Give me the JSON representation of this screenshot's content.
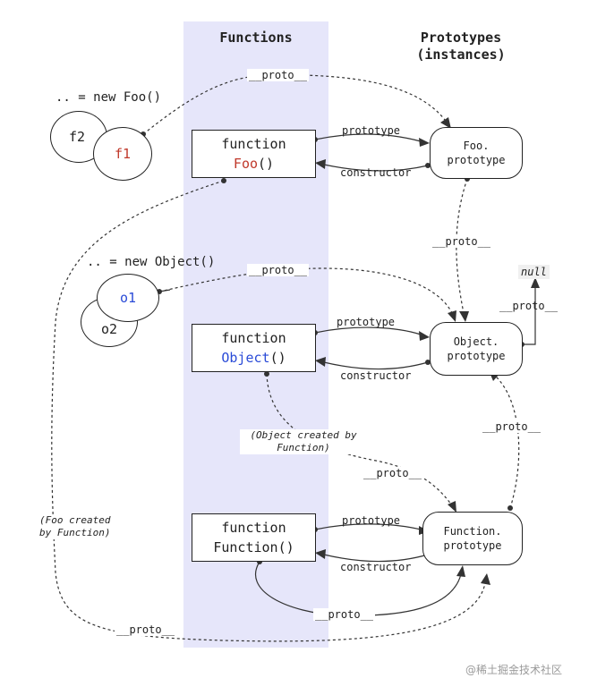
{
  "headers": {
    "functions": "Functions",
    "prototypes_line1": "Prototypes",
    "prototypes_line2": "(instances)"
  },
  "instances": {
    "foo_expr": ".. = new Foo()",
    "object_expr": ".. = new Object()",
    "f1": "f1",
    "f2": "f2",
    "o1": "o1",
    "o2": "o2"
  },
  "functions": {
    "keyword": "function",
    "foo_name": "Foo",
    "object_name": "Object",
    "function_name": "Function",
    "call_suffix": "()"
  },
  "prototypes": {
    "foo_line1": "Foo.",
    "foo_line2": "prototype",
    "object_line1": "Object.",
    "object_line2": "prototype",
    "function_line1": "Function.",
    "function_line2": "prototype",
    "null_label": "null"
  },
  "links": {
    "proto": "__proto__",
    "prototype": "prototype",
    "constructor": "constructor"
  },
  "notes": {
    "object_created_line1": "(Object created by",
    "object_created_line2": "Function)",
    "foo_created_line1": "(Foo created",
    "foo_created_line2": "by Function)"
  },
  "watermark": "@稀土掘金技术社区"
}
